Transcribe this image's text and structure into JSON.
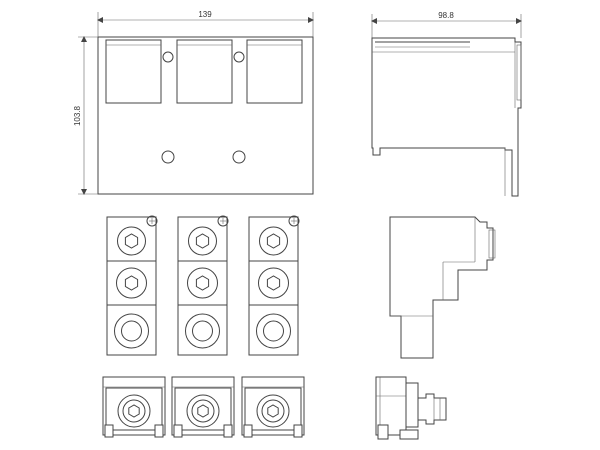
{
  "drawing": {
    "front_view": {
      "width_dim": "139",
      "height_dim": "103.8"
    },
    "side_view": {
      "depth_dim": "98.8"
    }
  }
}
